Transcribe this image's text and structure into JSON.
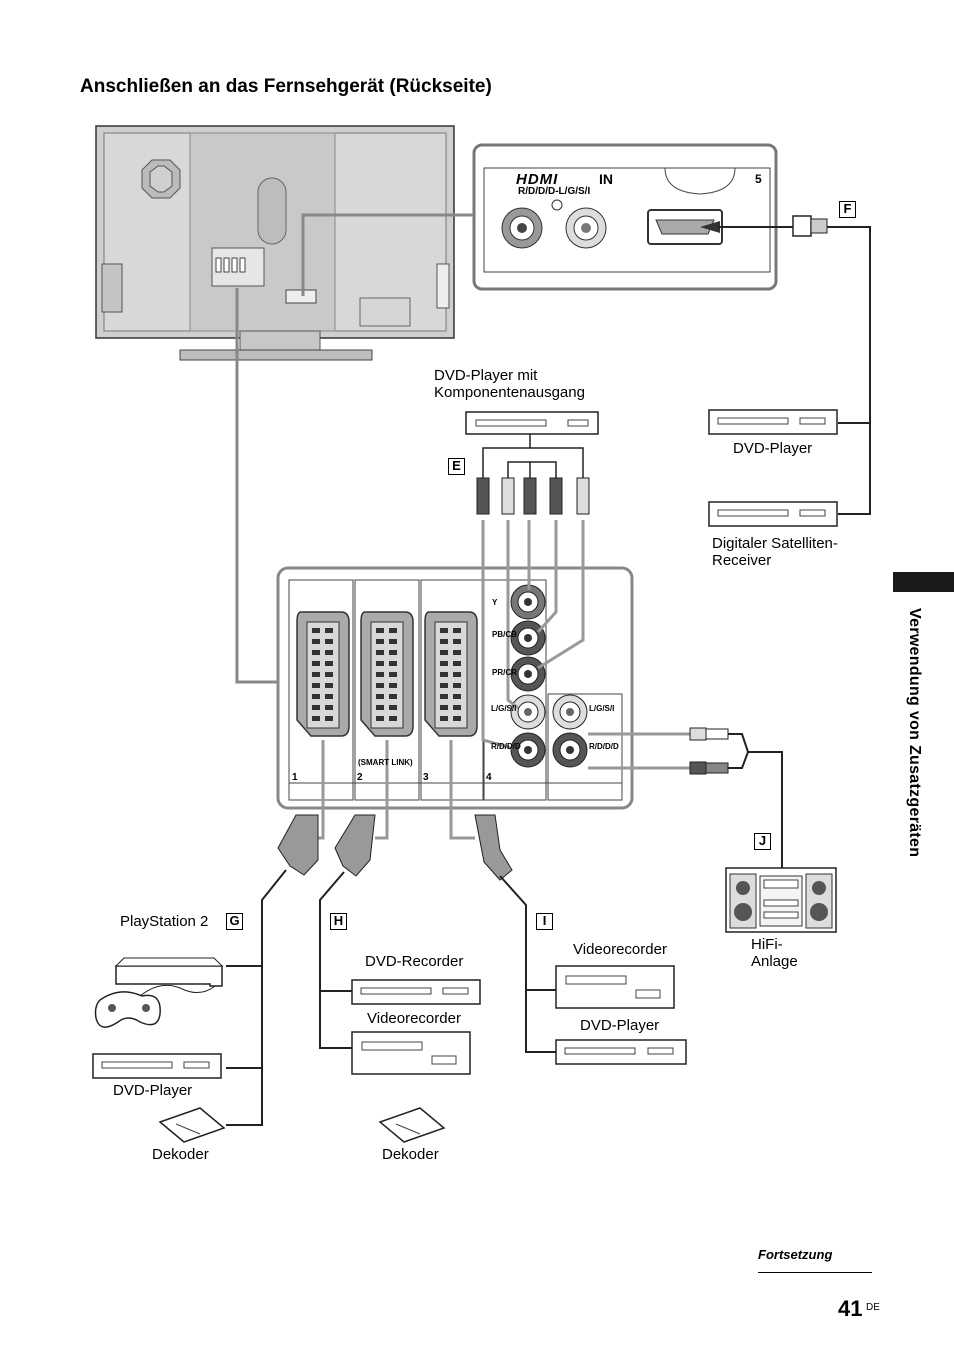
{
  "page": {
    "title": "Anschließen an das Fernsehgerät (Rückseite)",
    "side_tab": "Verwendung von Zusatzgeräten",
    "continued": "Fortsetzung",
    "page_number": "41",
    "page_suffix": "DE"
  },
  "hdmi_panel": {
    "logo": "HDMI",
    "in_label": "IN",
    "audio_label": "R/D/D/D-L/G/S/I",
    "port_number": "5"
  },
  "sockets": {
    "y": "Y",
    "pb": "PB/CB",
    "pr": "PR/CR",
    "l1": "L/G/S/I",
    "r1": "R/D/D/D",
    "l2": "L/G/S/I",
    "r2": "R/D/D/D",
    "smartlink": "(SMART LINK)",
    "num1": "1",
    "num2": "2",
    "num3": "3",
    "num4": "4"
  },
  "labels": {
    "dvd_component": "DVD-Player mit Komponentenausgang",
    "dvd_player_f": "DVD-Player",
    "sat_receiver": "Digitaler Satelliten-Receiver",
    "hifi": "HiFi-Anlage",
    "playstation": "PlayStation 2",
    "dvd_player_g": "DVD-Player",
    "dekoder_g": "Dekoder",
    "dvd_recorder": "DVD-Recorder",
    "videorecorder_h": "Videorecorder",
    "dekoder_h": "Dekoder",
    "videorecorder_i": "Videorecorder",
    "dvd_player_i": "DVD-Player"
  },
  "letters": {
    "e": "E",
    "f": "F",
    "g": "G",
    "h": "H",
    "i": "I",
    "j": "J"
  }
}
